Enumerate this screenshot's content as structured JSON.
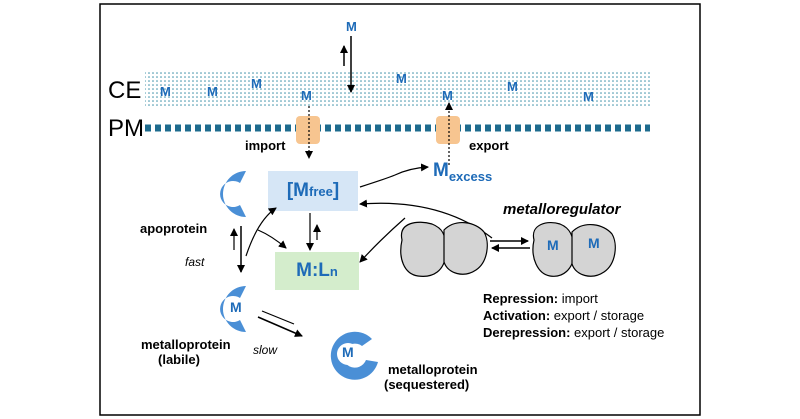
{
  "labels": {
    "ce": "CE",
    "pm": "PM",
    "metal": "M",
    "import": "import",
    "export": "export",
    "m_free_prefix": "[M",
    "m_free_sub": "free",
    "m_free_suffix": "]",
    "m_excess_prefix": "M",
    "m_excess_sub": "excess",
    "ml_prefix": "M:L",
    "ml_sub": "n",
    "apoprotein": "apoprotein",
    "fast": "fast",
    "slow": "slow",
    "metalloprotein_labile_1": "metalloprotein",
    "metalloprotein_labile_2": "(labile)",
    "metalloprotein_seq_1": "metalloprotein",
    "metalloprotein_seq_2": "(sequestered)",
    "metalloregulator": "metalloregulator"
  },
  "legend": [
    {
      "term": "Repression:",
      "desc": " import"
    },
    {
      "term": "Activation:",
      "desc": " export / storage"
    },
    {
      "term": "Derepression:",
      "desc": " export / storage"
    }
  ],
  "colors": {
    "blue": "#1e6bb8",
    "protein_blue": "#4a8fd6",
    "membrane_dots": "#3a8ea6",
    "pm_dash": "#1d6b8e",
    "transporter": "#f7c590",
    "mfree_box": "#d6e6f6",
    "ml_box": "#d4edcc",
    "regulator_gray": "#d4d4d4"
  }
}
